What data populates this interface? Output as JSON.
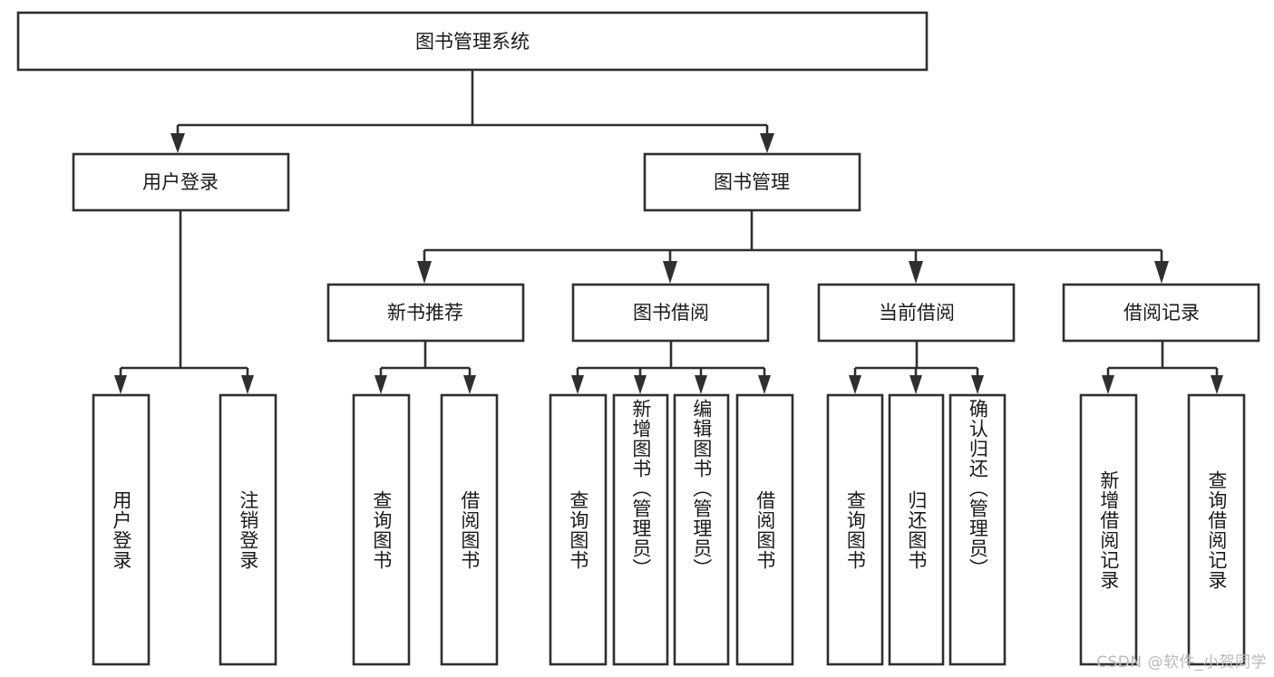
{
  "diagram": {
    "title": "图书管理系统",
    "type": "tree-hierarchy-diagram",
    "watermark": "CSDN @软件_小贺同学",
    "colors": {
      "stroke": "#2f2f2f",
      "fill": "#ffffff",
      "text": "#1a1a1a",
      "watermark": "#b9b9b9"
    },
    "root": {
      "id": "root",
      "label": "图书管理系统",
      "level": 1
    },
    "level2": [
      {
        "id": "user-login",
        "label": "用户登录"
      },
      {
        "id": "book-management",
        "label": "图书管理"
      }
    ],
    "level3": [
      {
        "id": "new-book-recommend",
        "label": "新书推荐",
        "parent": "book-management"
      },
      {
        "id": "book-borrow",
        "label": "图书借阅",
        "parent": "book-management"
      },
      {
        "id": "current-borrow",
        "label": "当前借阅",
        "parent": "book-management"
      },
      {
        "id": "borrow-record",
        "label": "借阅记录",
        "parent": "book-management"
      }
    ],
    "leaves": [
      {
        "id": "leaf-user-login",
        "label": "用户登录",
        "parent": "user-login"
      },
      {
        "id": "leaf-logout-login",
        "label": "注销登录",
        "parent": "user-login"
      },
      {
        "id": "leaf-query-book-1",
        "label": "查询图书",
        "parent": "new-book-recommend"
      },
      {
        "id": "leaf-borrow-book-1",
        "label": "借阅图书",
        "parent": "new-book-recommend"
      },
      {
        "id": "leaf-query-book-2",
        "label": "查询图书",
        "parent": "book-borrow"
      },
      {
        "id": "leaf-add-book",
        "label": "新增图书（管理员）",
        "parent": "book-borrow"
      },
      {
        "id": "leaf-edit-book",
        "label": "编辑图书（管理员）",
        "parent": "book-borrow"
      },
      {
        "id": "leaf-borrow-book-2",
        "label": "借阅图书",
        "parent": "book-borrow"
      },
      {
        "id": "leaf-query-book-3",
        "label": "查询图书",
        "parent": "current-borrow"
      },
      {
        "id": "leaf-return-book",
        "label": "归还图书",
        "parent": "current-borrow"
      },
      {
        "id": "leaf-confirm-return",
        "label": "确认归还（管理员）",
        "parent": "current-borrow"
      },
      {
        "id": "leaf-add-borrow-record",
        "label": "新增借阅记录",
        "parent": "borrow-record"
      },
      {
        "id": "leaf-query-borrow-record",
        "label": "查询借阅记录",
        "parent": "borrow-record"
      }
    ]
  }
}
